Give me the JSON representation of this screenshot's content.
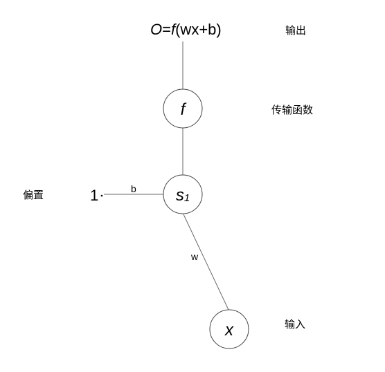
{
  "formula": {
    "o": "O",
    "eq": "=",
    "f": "f",
    "rest": "(wx+b)"
  },
  "labels": {
    "output": "输出",
    "transfer_function": "传输函数",
    "bias": "偏置",
    "input": "输入"
  },
  "nodes": {
    "f": "f",
    "s": "s",
    "s_sub": "1",
    "x": "x"
  },
  "edges": {
    "bias_weight": "b",
    "input_weight": "w",
    "bias_value": "1"
  },
  "colors": {
    "line": "#6a6a6a",
    "node_stroke": "#444444",
    "text": "#000000"
  }
}
